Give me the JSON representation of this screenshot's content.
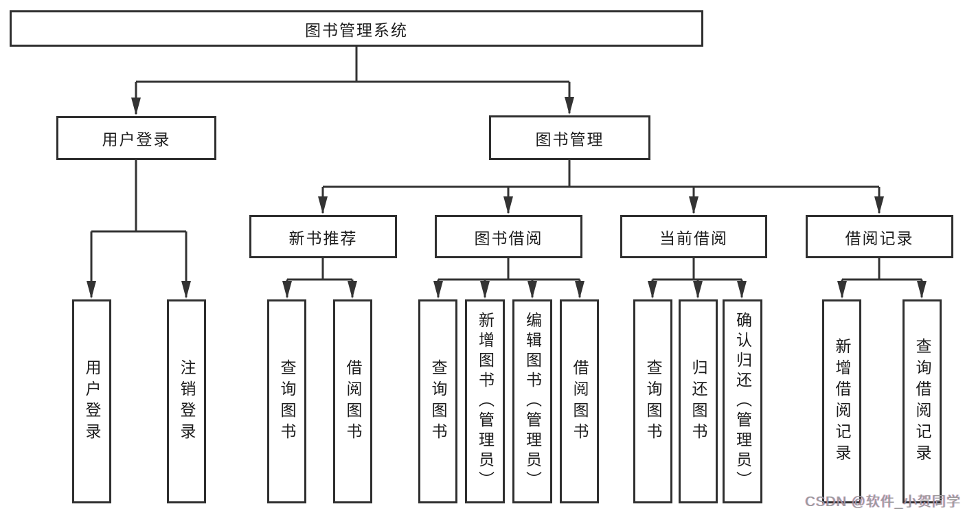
{
  "diagram": {
    "title": "图书管理系统",
    "branches": [
      {
        "label": "用户登录",
        "children": [
          {
            "label": "用户登录"
          },
          {
            "label": "注销登录"
          }
        ]
      },
      {
        "label": "图书管理",
        "children": [
          {
            "label": "新书推荐",
            "children": [
              {
                "label": "查询图书"
              },
              {
                "label": "借阅图书"
              }
            ]
          },
          {
            "label": "图书借阅",
            "children": [
              {
                "label": "查询图书"
              },
              {
                "label": "新增图书（管理员）"
              },
              {
                "label": "编辑图书（管理员）"
              },
              {
                "label": "借阅图书"
              }
            ]
          },
          {
            "label": "当前借阅",
            "children": [
              {
                "label": "查询图书"
              },
              {
                "label": "归还图书"
              },
              {
                "label": "确认归还（管理员）"
              }
            ]
          },
          {
            "label": "借阅记录",
            "children": [
              {
                "label": "新增借阅记录"
              },
              {
                "label": "查询借阅记录"
              }
            ]
          }
        ]
      }
    ]
  },
  "watermark": {
    "text": "CSDN @软件_小贺同学"
  },
  "colors": {
    "line": "#333333",
    "box_border": "#2f2f2f",
    "text": "#1d1d1d",
    "box_fill": "#ffffff",
    "background": "#ffffff",
    "watermark": "#9a9a9a"
  }
}
